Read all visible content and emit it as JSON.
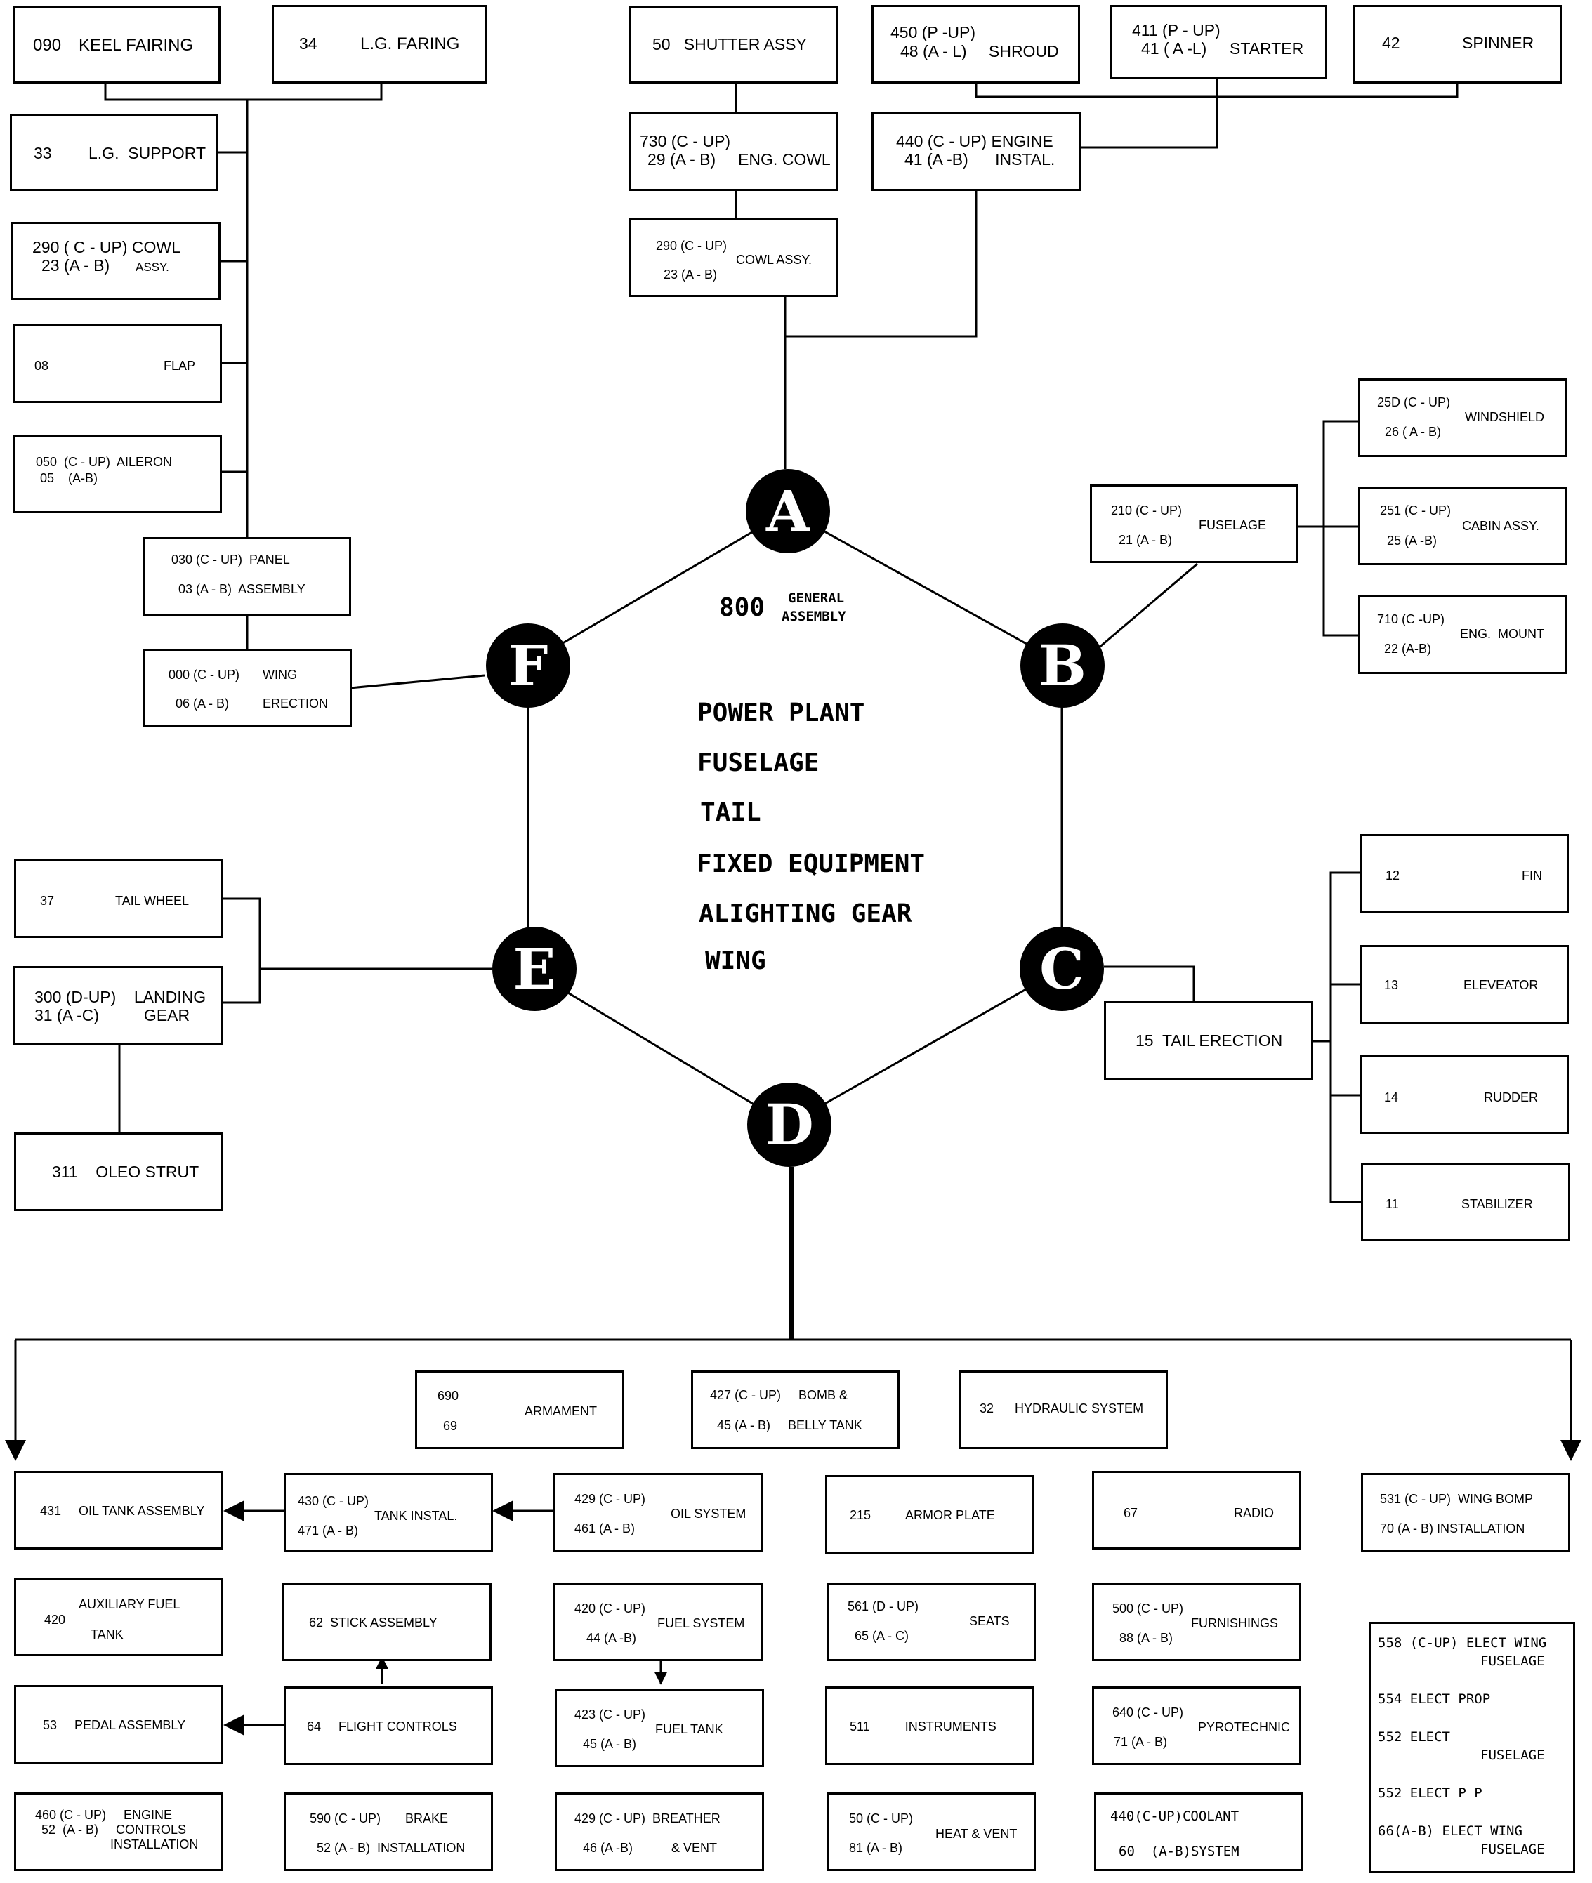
{
  "center": {
    "general_num": "800",
    "general_label_1": "GENERAL",
    "general_label_2": "ASSEMBLY",
    "categories": [
      "POWER PLANT",
      "FUSELAGE",
      "TAIL",
      "FIXED EQUIPMENT",
      "ALIGHTING GEAR",
      "WING"
    ]
  },
  "hubs": {
    "a": "A",
    "b": "B",
    "c": "C",
    "d": "D",
    "e": "E",
    "f": "F"
  },
  "boxes": {
    "keel_fairing": [
      "090",
      "KEEL FAIRING"
    ],
    "lg_faring": [
      "34",
      "L.G. FARING"
    ],
    "lg_support": [
      "33",
      "L.G.  SUPPORT"
    ],
    "cowl_left": [
      "290 ( C - UP) COWL",
      "23 (A - B)",
      "ASSY."
    ],
    "flap": [
      "08",
      "FLAP"
    ],
    "aileron": [
      "050  (C - UP)  AILERON",
      "05    (A-B)"
    ],
    "panel": [
      "030 (C - UP)  PANEL",
      "03 (A - B)  ASSEMBLY"
    ],
    "wing_erection": [
      "000 (C - UP)",
      "WING",
      "06 (A - B)",
      "ERECTION"
    ],
    "shutter": [
      "50   SHUTTER ASSY"
    ],
    "eng_cowl": [
      "730 (C - UP)",
      "29 (A - B)     ENG. COWL"
    ],
    "cowl_assy": [
      "290 (C - UP)",
      "COWL ASSY.",
      "23 (A - B)"
    ],
    "shroud": [
      "450 (P -UP)",
      "48 (A - L)",
      "SHROUD"
    ],
    "starter": [
      "411 (P - UP)",
      "41 ( A -L)",
      "STARTER"
    ],
    "spinner": [
      "42",
      "SPINNER"
    ],
    "engine_instal": [
      "440 (C - UP) ENGINE",
      "41 (A -B)      INSTAL."
    ],
    "windshield": [
      "25D (C - UP)",
      "WINDSHIELD",
      "26 ( A - B)"
    ],
    "fuselage": [
      "210 (C - UP)",
      "FUSELAGE",
      "21 (A - B)"
    ],
    "cabin": [
      "251 (C - UP)",
      "CABIN ASSY.",
      "25 (A -B)"
    ],
    "eng_mount": [
      "710 (C -UP)",
      "ENG.  MOUNT",
      "22 (A-B)"
    ],
    "tail_wheel": [
      "37",
      "TAIL WHEEL"
    ],
    "landing_gear": [
      "300 (D-UP)    LANDING",
      "31 (A -C)          GEAR"
    ],
    "oleo": [
      "311    OLEO STRUT"
    ],
    "tail_erection": [
      "15  TAIL ERECTION"
    ],
    "fin": [
      "12",
      "FIN"
    ],
    "elevator": [
      "13",
      "ELEVEATOR"
    ],
    "rudder": [
      "14",
      "RUDDER"
    ],
    "stabilizer": [
      "11",
      "STABILIZER"
    ],
    "armament": [
      "690",
      "ARMAMENT",
      "69"
    ],
    "bomb": [
      "427 (C - UP)     BOMB &",
      "45 (A - B)     BELLY TANK"
    ],
    "hydraulic": [
      "32      HYDRAULIC SYSTEM"
    ],
    "oil_tank": [
      "431     OIL TANK ASSEMBLY"
    ],
    "tank_instal": [
      "430 (C - UP)",
      "TANK INSTAL.",
      "471 (A - B)"
    ],
    "oil_system": [
      "429 (C - UP)",
      "OIL SYSTEM",
      "461 (A - B)"
    ],
    "armor": [
      "215          ARMOR PLATE"
    ],
    "radio": [
      "67",
      "RADIO"
    ],
    "wing_bomp": [
      "531 (C - UP)  WING BOMP",
      "70 (A - B) INSTALLATION"
    ],
    "aux_fuel": [
      "AUXILIARY FUEL",
      "420",
      "TANK"
    ],
    "stick": [
      "62  STICK ASSEMBLY"
    ],
    "fuel_system": [
      "420 (C - UP)",
      "FUEL SYSTEM",
      "44 (A -B)"
    ],
    "seats": [
      "561 (D - UP)",
      "SEATS",
      "65 (A - C)"
    ],
    "furnishings": [
      "500 (C - UP)",
      "FURNISHINGS",
      "88 (A - B)"
    ],
    "pedal": [
      "53     PEDAL ASSEMBLY"
    ],
    "flight_controls": [
      "64     FLIGHT CONTROLS"
    ],
    "fuel_tank": [
      "423 (C - UP)",
      "FUEL TANK",
      "45 (A - B)"
    ],
    "instruments": [
      "511          INSTRUMENTS"
    ],
    "pyrotechnic": [
      "640 (C - UP)",
      "PYROTECHNIC",
      "71 (A - B)"
    ],
    "engine_controls": [
      "460 (C - UP)     ENGINE",
      "52  (A - B)     CONTROLS",
      "INSTALLATION"
    ],
    "brake": [
      "590 (C - UP)       BRAKE",
      "52 (A - B)  INSTALLATION"
    ],
    "breather": [
      "429 (C - UP)  BREATHER",
      "46 (A -B)",
      "& VENT"
    ],
    "heat_vent": [
      "50 (C - UP)",
      "HEAT & VENT",
      "81 (A - B)"
    ],
    "coolant": [
      "440(C-UP)COOLANT",
      "60  (A-B)SYSTEM"
    ],
    "elect_list": [
      "558 (C-UP) ELECT WING",
      "FUSELAGE",
      "554 ELECT PROP",
      "552 ELECT",
      "FUSELAGE",
      "552 ELECT P P",
      "66(A-B) ELECT WING",
      "FUSELAGE"
    ]
  }
}
